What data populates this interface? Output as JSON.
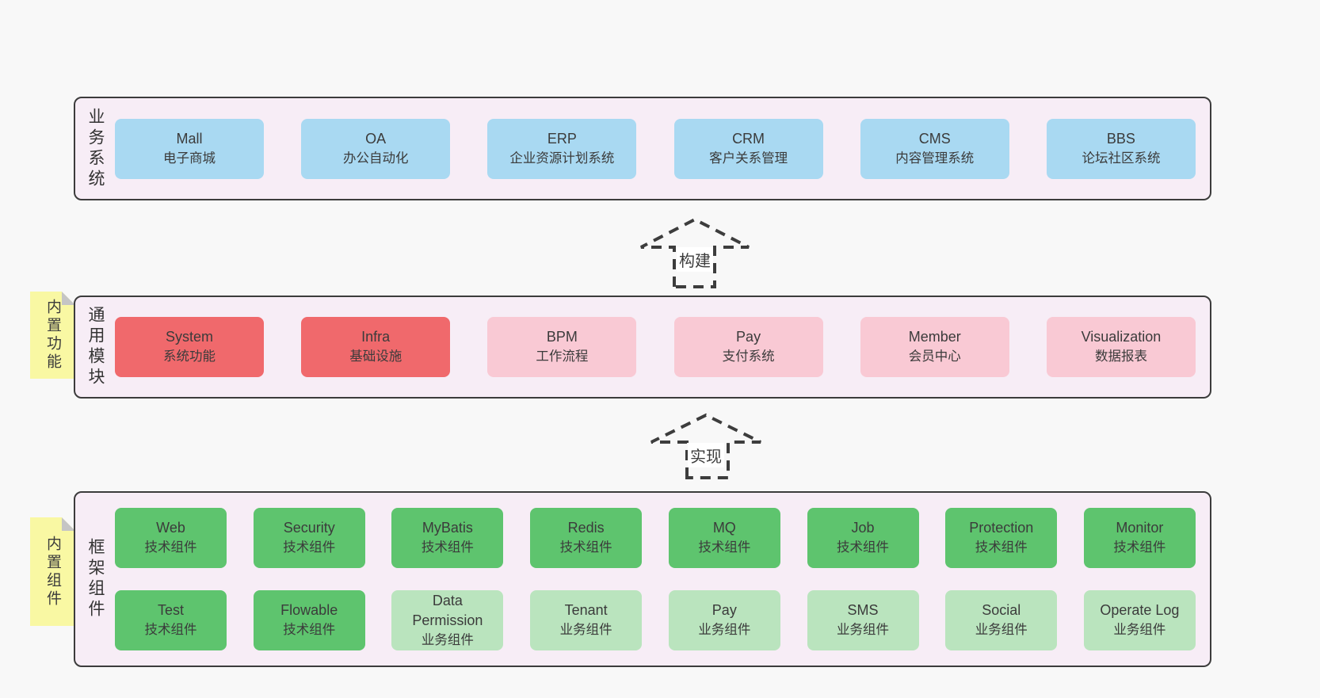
{
  "colors": {
    "page_background": "#f8f8f8",
    "container_fill": "#f7edf6",
    "container_border": "#3c3c3c",
    "business_box": "#a9d9f2",
    "core_module_box": "#f0696c",
    "optional_module_box": "#f9c9d4",
    "tech_component_box": "#5ec46e",
    "biz_component_box": "#bae4be",
    "sticky_note": "#f9f8a3"
  },
  "layers": {
    "business": {
      "label": "业务系统",
      "boxes": [
        {
          "name": "Mall",
          "desc": "电子商城",
          "variant": "blue"
        },
        {
          "name": "OA",
          "desc": "办公自动化",
          "variant": "blue"
        },
        {
          "name": "ERP",
          "desc": "企业资源计划系统",
          "variant": "blue"
        },
        {
          "name": "CRM",
          "desc": "客户关系管理",
          "variant": "blue"
        },
        {
          "name": "CMS",
          "desc": "内容管理系统",
          "variant": "blue"
        },
        {
          "name": "BBS",
          "desc": "论坛社区系统",
          "variant": "blue"
        }
      ]
    },
    "modules": {
      "label": "通用模块",
      "note": "内置功能",
      "boxes": [
        {
          "name": "System",
          "desc": "系统功能",
          "variant": "red"
        },
        {
          "name": "Infra",
          "desc": "基础设施",
          "variant": "red"
        },
        {
          "name": "BPM",
          "desc": "工作流程",
          "variant": "pink"
        },
        {
          "name": "Pay",
          "desc": "支付系统",
          "variant": "pink"
        },
        {
          "name": "Member",
          "desc": "会员中心",
          "variant": "pink"
        },
        {
          "name": "Visualization",
          "desc": "数据报表",
          "variant": "pink"
        }
      ]
    },
    "components": {
      "label": "框架组件",
      "note": "内置组件",
      "row1": [
        {
          "name": "Web",
          "desc": "技术组件",
          "variant": "green"
        },
        {
          "name": "Security",
          "desc": "技术组件",
          "variant": "green"
        },
        {
          "name": "MyBatis",
          "desc": "技术组件",
          "variant": "green"
        },
        {
          "name": "Redis",
          "desc": "技术组件",
          "variant": "green"
        },
        {
          "name": "MQ",
          "desc": "技术组件",
          "variant": "green"
        },
        {
          "name": "Job",
          "desc": "技术组件",
          "variant": "green"
        },
        {
          "name": "Protection",
          "desc": "技术组件",
          "variant": "green"
        },
        {
          "name": "Monitor",
          "desc": "技术组件",
          "variant": "green"
        }
      ],
      "row2": [
        {
          "name": "Test",
          "desc": "技术组件",
          "variant": "green"
        },
        {
          "name": "Flowable",
          "desc": "技术组件",
          "variant": "green"
        },
        {
          "name": "Data Permission",
          "desc": "业务组件",
          "variant": "lightgreen"
        },
        {
          "name": "Tenant",
          "desc": "业务组件",
          "variant": "lightgreen"
        },
        {
          "name": "Pay",
          "desc": "业务组件",
          "variant": "lightgreen"
        },
        {
          "name": "SMS",
          "desc": "业务组件",
          "variant": "lightgreen"
        },
        {
          "name": "Social",
          "desc": "业务组件",
          "variant": "lightgreen"
        },
        {
          "name": "Operate Log",
          "desc": "业务组件",
          "variant": "lightgreen"
        }
      ]
    }
  },
  "arrows": {
    "build": {
      "label": "构建"
    },
    "implement": {
      "label": "实现"
    }
  }
}
